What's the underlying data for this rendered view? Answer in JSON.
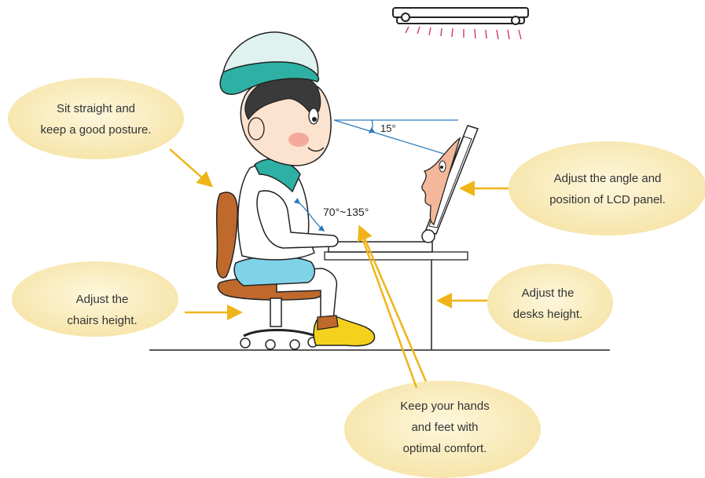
{
  "tips": {
    "posture": [
      "Sit straight and",
      "keep a good posture."
    ],
    "lcd": [
      "Adjust the angle and",
      "position of LCD panel."
    ],
    "chair": [
      "Adjust the",
      "chairs height."
    ],
    "desk": [
      "Adjust the",
      "desks height."
    ],
    "hands": [
      "Keep your hands",
      "and feet with",
      "optimal comfort."
    ]
  },
  "angles": {
    "view": "15°",
    "elbow": "70°~135°"
  },
  "colors": {
    "bubble_center": "#fdf6d8",
    "bubble_edge": "#f6e4a8",
    "arrow": "#f0b418",
    "angle_line": "#2b7bc0"
  }
}
